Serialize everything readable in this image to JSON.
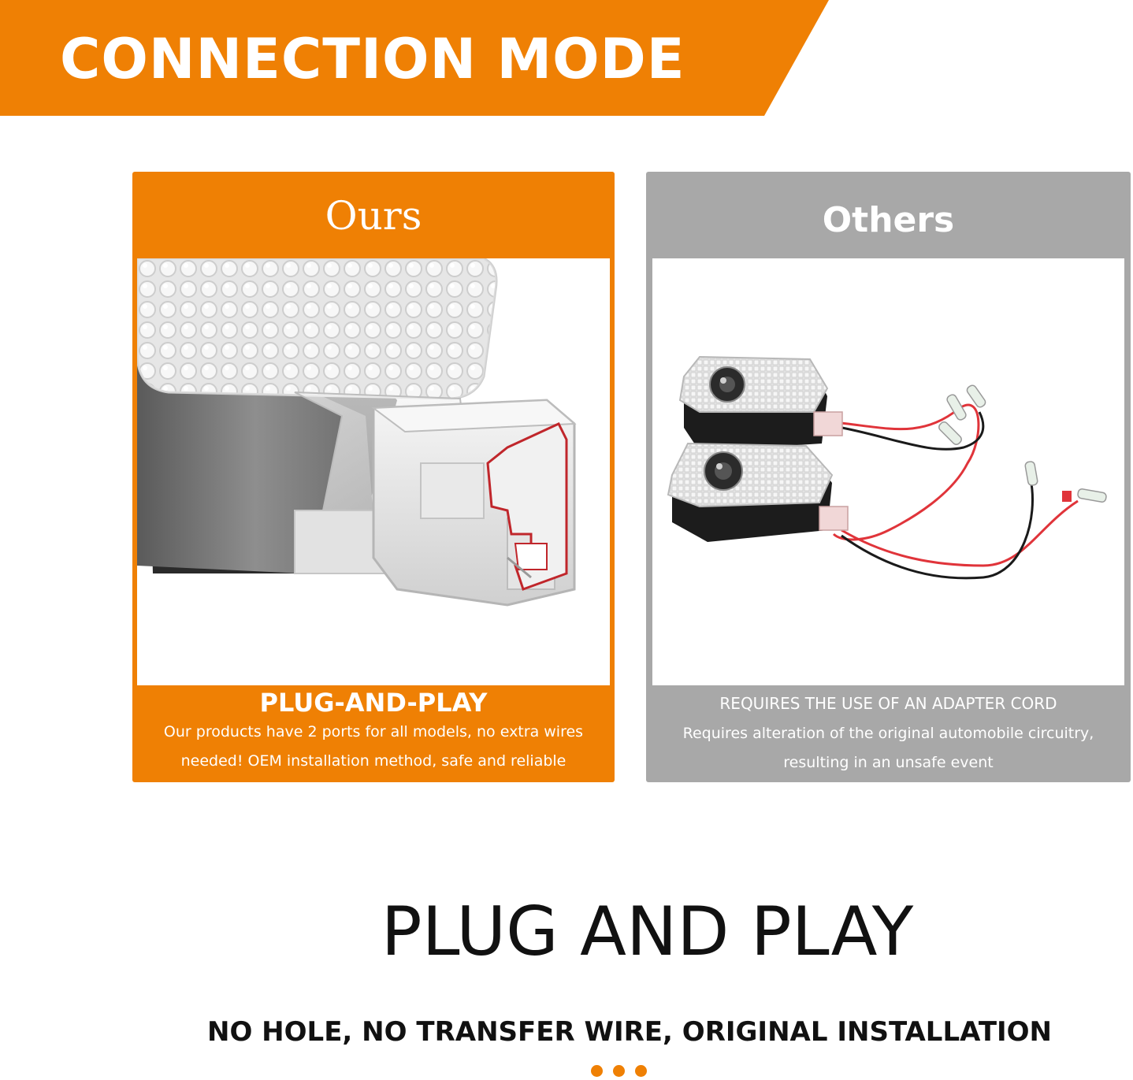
{
  "colors": {
    "brand_orange": "#ef8004",
    "others_gray": "#a8a8a8",
    "text_dark": "#111111",
    "white": "#ffffff",
    "wire_red": "#e0343a"
  },
  "banner": {
    "title": "CONNECTION MODE"
  },
  "ours": {
    "heading": "Ours",
    "image_icon": "connector-plug-icon",
    "title": "PLUG-AND-PLAY",
    "description_line1": "Our products have 2 ports for all models, no extra wires",
    "description_line2": "needed! OEM installation method, safe and reliable"
  },
  "others": {
    "heading": "Others",
    "image_icon": "wired-projector-lights-icon",
    "title": "REQUIRES THE USE OF AN ADAPTER CORD",
    "description_line1": "Requires alteration of the original automobile circuitry,",
    "description_line2": "resulting in an unsafe event"
  },
  "main_heading": "PLUG AND PLAY",
  "sub_heading": "NO HOLE, NO TRANSFER WIRE, ORIGINAL INSTALLATION",
  "pagination": {
    "dots": [
      {
        "color": "#ef8004"
      },
      {
        "color": "#ef8004"
      },
      {
        "color": "#ef8004"
      }
    ]
  }
}
